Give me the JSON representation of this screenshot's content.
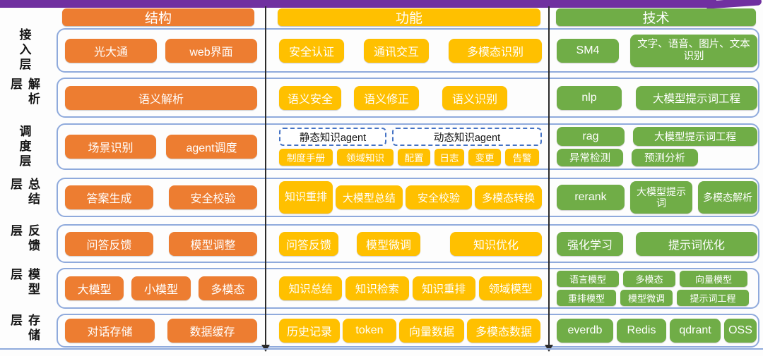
{
  "palette": {
    "structure_orange": "#ED7D31",
    "function_yellow": "#FFC000",
    "tech_green": "#70AD47",
    "accent_purple": "#7030A0",
    "row_border_blue": "#8FAADC",
    "dashed_blue": "#4472C4"
  },
  "columns": [
    {
      "label": "结构"
    },
    {
      "label": "功能"
    },
    {
      "label": "技术"
    }
  ],
  "layers": [
    {
      "label": "接入层",
      "structure": [
        "光大通",
        "web界面"
      ],
      "function": [
        "安全认证",
        "通讯交互",
        "多模态识别"
      ],
      "tech": [
        "SM4",
        "文字、语音、图片、文本识别"
      ]
    },
    {
      "label": "解析层",
      "structure": [
        "语义解析"
      ],
      "function": [
        "语义安全",
        "语义修正",
        "语义识别"
      ],
      "tech": [
        "nlp",
        "大模型提示词工程"
      ]
    },
    {
      "label": "调度层",
      "structure": [
        "场景识别",
        "agent调度"
      ],
      "agents": [
        "静态知识agent",
        "动态知识agent"
      ],
      "function_sub": [
        "制度手册",
        "领域知识",
        "配置",
        "日志",
        "变更",
        "告警"
      ],
      "tech_top": [
        "rag",
        "大模型提示词工程"
      ],
      "tech_bottom": [
        "异常检测",
        "预测分析"
      ]
    },
    {
      "label": "总结层",
      "structure": [
        "答案生成",
        "安全校验"
      ],
      "function": [
        "知识重排",
        "大模型总结",
        "安全校验",
        "多模态转换"
      ],
      "tech": [
        "rerank",
        "大模型提示词",
        "多模态解析"
      ]
    },
    {
      "label": "反馈层",
      "structure": [
        "问答反馈",
        "模型调整"
      ],
      "function": [
        "问答反馈",
        "模型微调",
        "知识优化"
      ],
      "tech": [
        "强化学习",
        "提示词优化"
      ]
    },
    {
      "label": "模型层",
      "structure": [
        "大模型",
        "小模型",
        "多模态"
      ],
      "function": [
        "知识总结",
        "知识检索",
        "知识重排",
        "领域模型"
      ],
      "tech_top": [
        "语言模型",
        "多模态",
        "向量模型"
      ],
      "tech_bottom": [
        "重排模型",
        "模型微调",
        "提示词工程"
      ]
    },
    {
      "label": "存储层",
      "structure": [
        "对话存储",
        "数据缓存"
      ],
      "function": [
        "历史记录",
        "token",
        "向量数据",
        "多模态数据"
      ],
      "tech": [
        "everdb",
        "Redis",
        "qdrant",
        "OSS"
      ]
    }
  ]
}
